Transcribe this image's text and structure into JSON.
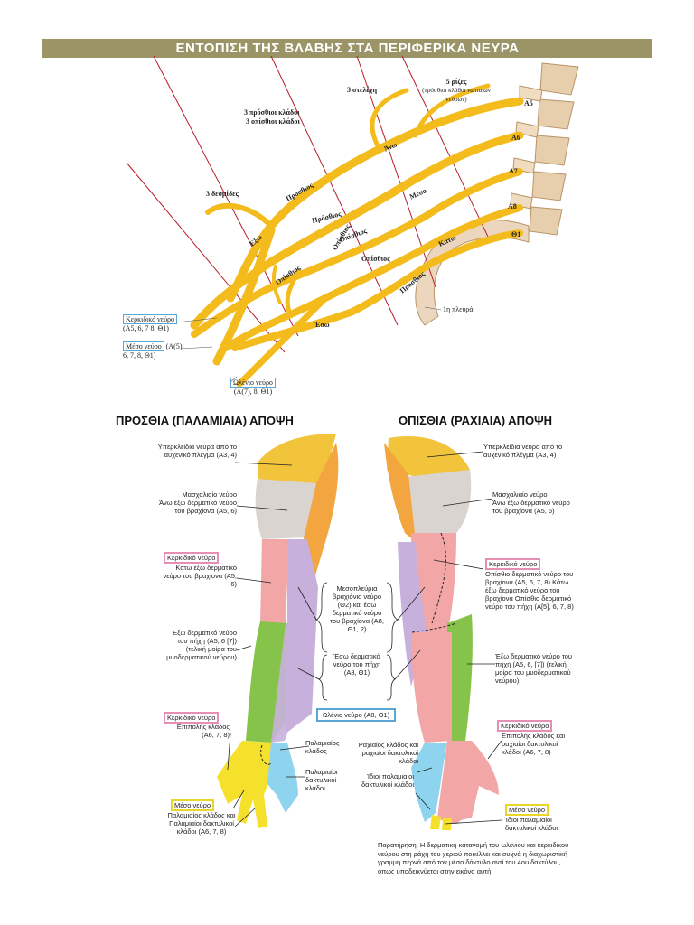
{
  "banner_title": "ΕΝΤΟΠΙΣΗ ΤΗΣ ΒΛΑΒΗΣ ΣΤΑ ΠΕΡΙΦΕΡΙΚΑ ΝΕΥΡΑ",
  "colors": {
    "banner": "#9a9466",
    "nerve": "#f3bb1b",
    "axillary": "#d9d4cf",
    "supraclavicular": "#f2c43c",
    "radial": "#f2a6a6",
    "musculocutaneous": "#86c34a",
    "medial_cutaneous": "#c8b0dc",
    "ulnar": "#8ed4ee",
    "median": "#f5e12c",
    "orange": "#f3a640"
  },
  "plexus": {
    "roots_title": "5 ρίζες",
    "roots_sub": "(πρόσθιοι κλάδοι νωτιαίων νεύρων)",
    "trunks_title": "3 στελέχη",
    "divisions_title_1": "3 πρόσθιοι κλάδοι",
    "divisions_title_2": "3 οπίσθιοι κλάδοι",
    "cords_title": "3 δεσμίδες",
    "roots": [
      "Α5",
      "Α6",
      "Α7",
      "Α8",
      "Θ1"
    ],
    "trunk_upper": "Άνω",
    "trunk_middle": "Μέσο",
    "trunk_lower": "Κάτω",
    "div_front": "Πρόσθιος",
    "div_back": "Οπίσθιος",
    "cord_outer": "Έξω",
    "cord_inner": "Έσω",
    "rib": "1η πλευρά",
    "nerve_radial": "Κερκιδικό νεύρο",
    "nerve_radial_roots": "(Α5, 6, 7 8, Θ1)",
    "nerve_median": "Μέσο νεύρο",
    "nerve_median_roots_a": "(Α(5),",
    "nerve_median_roots_b": "6, 7, 8, Θ1)",
    "nerve_ulnar": "Ωλένιο νεύρο",
    "nerve_ulnar_roots": "(Α(7), 8, Θ1)"
  },
  "front_title": "ΠΡΟΣΘΙΑ (ΠΑΛΑΜΙΑΙΑ) ΑΠΟΨΗ",
  "back_title": "ΟΠΙΣΘΙΑ (ΡΑΧΙΑΙΑ) ΑΠΟΨΗ",
  "front": {
    "supra": "Υπερκλείδια νεύρα από το αυχενικό πλέγμα (Α3, 4)",
    "axil_1": "Μασχαλιαίο νεύρο",
    "axil_2": "Άνω έξω δερματικό νεύρο του βραχίονα (Α5, 6)",
    "radial_box": "Κερκιδικό νεύρο",
    "radial_txt": "Κάτω έξω δερματικό νεύρο του βραχίονα (Α5, 6)",
    "musculo": "Έξω δερματικό νεύρο του πήχη (Α5, 6 [7]) (τελική μοίρα του μυοδερματικού νεύρου)",
    "radial_box_2": "Κερκιδικό νεύρο",
    "radial_txt_2": "Επιπολής κλάδος (Α6, 7, 8)",
    "median_box": "Μέσο νεύρο",
    "median_txt": "Παλαμιαίος κλάδος και Παλαμιαίοι δακτυλικοί κλάδοι (Α6, 7, 8)",
    "ulnar_box": "Ωλένιο νεύρο (Α8, Θ1)",
    "ulnar_palm": "Παλαμιαίος κλάδος",
    "ulnar_dig": "Παλαμιαίοι δακτυλικοί κλάδοι"
  },
  "middle": {
    "medbrach": "Μεσοπλεύρια βραχιόνιο νεύρο (Θ2) και έσω δερματικό νεύρο του βραχίονα (Α8, Θ1, 2)",
    "medante": "Έσω δερματικό νεύρο του πήχη (Α8, Θ1)"
  },
  "back": {
    "supra": "Υπερκλείδια νεύρα από το αυχενικό πλέγμα (Α3, 4)",
    "axil_1": "Μασχαλιαίο νεύρο",
    "axil_2": "Άνω έξω δερματικό νεύρο του βραχίονα (Α5, 6)",
    "radial_box": "Κερκιδικό νεύρο",
    "radial_txt": "Οπίσθιο δερματικό νεύρο του βραχίονα (Α5, 6, 7, 8) Κάτω έξω δερματικό νεύρο του βραχίονα Οπίσθιο δερματικό νεύρο του πήχη (Α[5], 6, 7, 8)",
    "musculo": "Έξω δερματικό νεύρο του πήχη (Α5, 6, [7]) (τελική μοίρα του μυοδερματικού νεύρου)",
    "radial_box_2": "Κερκιδικό νεύρο",
    "radial_txt_2": "Επιπολής κλάδος και ραχιαίοι δακτυλικοί κλάδοι (Α6, 7, 8)",
    "ulnar_dorsal": "Ραχιαίος κλάδος και ραχιαίοι δακτυλικοί κλάδοι",
    "ulnar_proper": "Ίδιοι παλαμιαίοι δακτυλικοί κλάδοι",
    "median_box": "Μέσο νεύρο",
    "median_txt": "Ίδιοι παλαμιαίοι δακτυλικοί κλάδοι"
  },
  "note": "Παρατήρηση: Η δερματική κατανομή του ωλένιου και κερκιδικού νεύρου στη ράχη του χεριού ποικίλλει και συχνά η διαχωριστική γραμμή περνά από τον μέσο δάκτυλο αντί του 4ου δακτύλου, όπως υποδεικνύεται στην εικόνα αυτή"
}
